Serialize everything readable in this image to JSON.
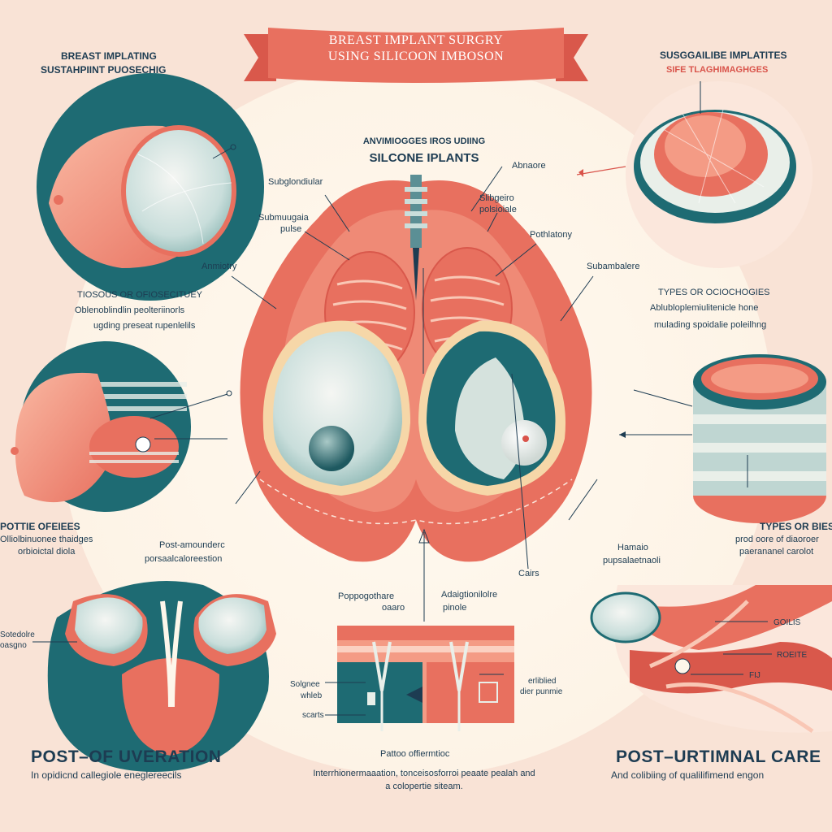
{
  "banner": {
    "line1": "BREAST IMPLANT SURGRY",
    "line2": "USING SILICOON IMBOSON"
  },
  "top_left": {
    "line1": "BREAST IMPLATING",
    "line2": "SUSTAHPIINT PUOSECHIG"
  },
  "top_right": {
    "line1": "SUSGGAILIBE IMPLATITES",
    "line2": "SIFE TLAGHIMAGHGES"
  },
  "center_heading": {
    "line1": "ANVIMIOGGES IROS UDIING",
    "line2": "SILCONE IPLANTS"
  },
  "labels": {
    "subglandular": "Subglondiular",
    "submuscle_1": "Submuugaia",
    "submuscle_2": "pulse",
    "anatomy": "Anmiotry",
    "abnaore": "Abnaore",
    "slebgeiro_1": "Slibgeiro",
    "slebgeiro_2": "polsioiale",
    "pothiatony": "Pothlatony",
    "subambalere": "Subambalere",
    "cairs": "Cairs"
  },
  "left_mid_text": {
    "line1": "TIOSOUS OR OFIOSECITUEY",
    "line2": "Oblenoblindlin peolteriinorls",
    "line3": "ugding preseat rupenlelils"
  },
  "right_mid_text": {
    "line1": "TYPES OR OCIOCHOGIES",
    "line2": "Ablubloplemiulitenicle hone",
    "line3": "mulading spoidalie poleilhng"
  },
  "left_lower": {
    "title": "POTTIE OFEIEES",
    "line1": "Olliolbinuonee thaidges",
    "line2": "orbioictal diola"
  },
  "left_lower_mid": {
    "line1": "Post-amounderc",
    "line2": "porsaalcaloreestion"
  },
  "right_lower": {
    "title": "TYPES OR BIES",
    "line1": "prod oore of diaoroer",
    "line2": "paerananel carolot"
  },
  "right_lower_mid": {
    "line1": "Hamaio",
    "line2": "pupsalaetnaoli"
  },
  "bottom_left_callout": {
    "line1": "Sotedolre",
    "line2": "oasgno"
  },
  "bottom_center_labels": {
    "poppogothare_1": "Poppogothare",
    "poppogothare_2": "oaaro",
    "adaigaatie_1": "Adaigtionilolre",
    "adaigaatie_2": "pinole",
    "solgnee_1": "Solgnee",
    "solgnee_2": "whleb",
    "scarts": "scarts",
    "erlibled_1": "erliblied",
    "erlibled_2": "dier punmie",
    "pattoo": "Pattoo offiermtioc"
  },
  "bottom_right_callouts": {
    "c1": "GOILIS",
    "c2": "ROEITE",
    "c3": "FIJ"
  },
  "post_operation": {
    "title": "POST–OF UVERATION",
    "subtitle": "In opidicnd callegiole eneglereecils"
  },
  "post_care": {
    "title": "POST–URTIMNAL CARE",
    "subtitle": "And colibiing of qualilifimend engon"
  },
  "bottom_center_text": {
    "line1": "Interrhionermaaation, tonceisosforroi peaate pealah and",
    "line2": "a colopertie siteam."
  },
  "colors": {
    "background": "#f9e3d6",
    "coral": "#e8705f",
    "teal": "#1e6b73",
    "navy": "#1d3c52",
    "cream": "#fdf6ea"
  }
}
